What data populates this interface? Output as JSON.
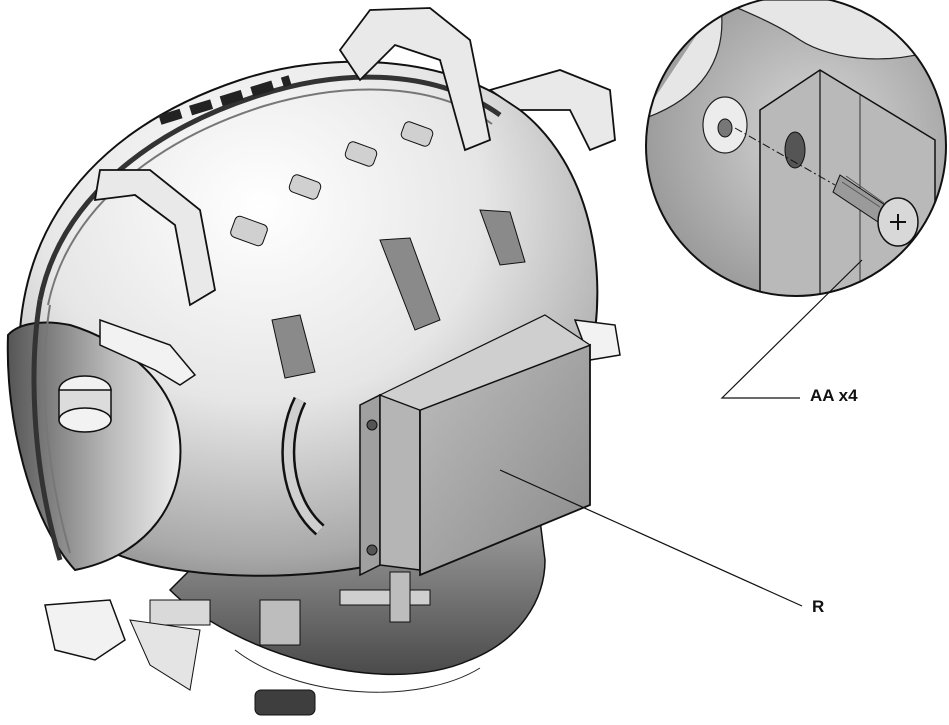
{
  "figure": {
    "subject": "helmet-assembly-illustration",
    "callouts": [
      {
        "id": "AA",
        "label": "AA x4"
      },
      {
        "id": "R",
        "label": "R"
      }
    ],
    "detail_view": {
      "shows": "screw-and-bracket-detail"
    },
    "colors": {
      "background": "#ffffff",
      "line": "#111111",
      "shell": "#d9d9d9",
      "bracket": "#9a9a9a"
    }
  }
}
